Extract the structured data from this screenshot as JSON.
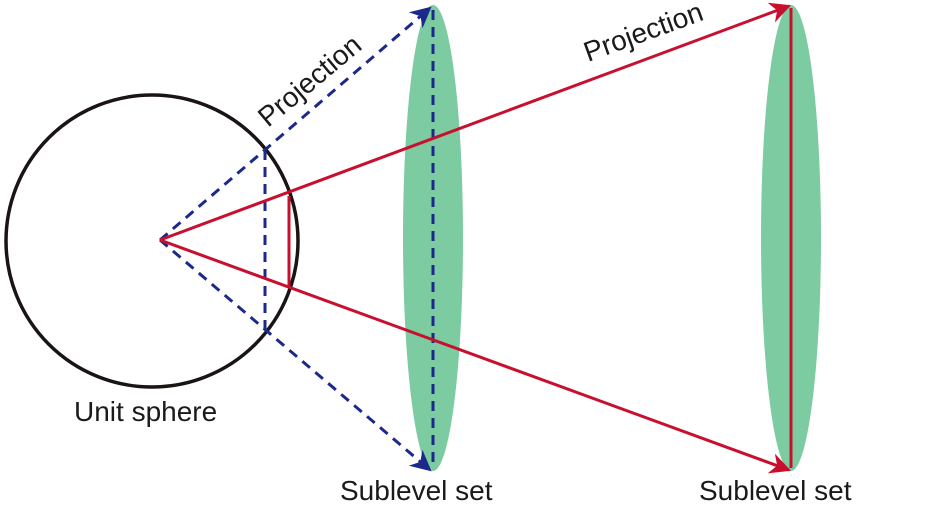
{
  "labels": {
    "unit_sphere": "Unit sphere",
    "projection_blue": "Projection",
    "projection_red": "Projection",
    "sublevel_near": "Sublevel set",
    "sublevel_far": "Sublevel set"
  },
  "colors": {
    "sphere_outline": "#1a1413",
    "blue": "#1b2a8a",
    "red": "#c8102e",
    "ellipse_fill": "#7dcba1"
  }
}
